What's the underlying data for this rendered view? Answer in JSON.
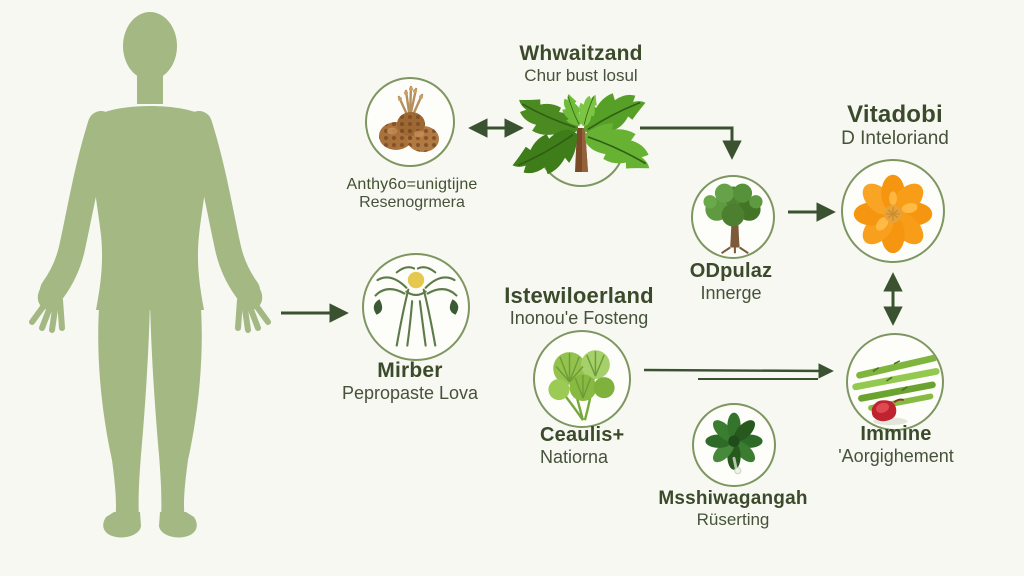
{
  "colors": {
    "background": "#f7f8f2",
    "body_silhouette": "#a3b883",
    "arrow": "#3a5230",
    "circle_border": "#7e9660",
    "title_text": "#3b4a2b",
    "subtitle_text": "#46523a"
  },
  "figure": {
    "name": "human-body-silhouette"
  },
  "nodes": {
    "nettle": {
      "title": "Whwaitzand",
      "subtitle": "Chur bust losul",
      "icon": "nettle-leaves-image"
    },
    "pinecone": {
      "title": "Anthy6o=unigtijne",
      "subtitle": "Resenogrmera",
      "icon": "pinecone-herb-image"
    },
    "vitadobi": {
      "title": "Vitadobi",
      "subtitle": "D Inteloriand",
      "icon": "sea-buckthorn-berries-image"
    },
    "tree": {
      "title": "ODpulaz",
      "subtitle": "Innerge",
      "icon": "tree-image"
    },
    "mirber": {
      "title": "Mirber",
      "subtitle": "Pepropaste Lova",
      "icon": "immune-figure-sketch-image"
    },
    "istewiloerland": {
      "title": "Istewiloerland",
      "subtitle": "Inonou'e Fosteng"
    },
    "ceaulis": {
      "title": "Ceaulis+",
      "subtitle": "Natiorna",
      "icon": "round-leaves-image"
    },
    "mshwagangah": {
      "title": "Msshiwagangah",
      "subtitle": "Rüserting",
      "icon": "ashwagandha-leaves-image"
    },
    "immine": {
      "title": "Immine",
      "subtitle": "'Aorgighement",
      "icon": "stalks-and-berry-image"
    }
  }
}
